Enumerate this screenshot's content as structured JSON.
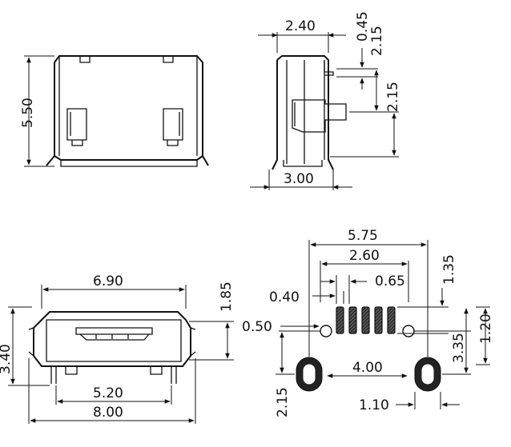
{
  "top_left_view": {
    "height_label": "5.50"
  },
  "top_right_view": {
    "width_top_label": "2.40",
    "label_045": "0.45",
    "label_215_a": "2.15",
    "label_215_b": "2.15",
    "width_bottom_label": "3.00"
  },
  "front_view": {
    "width_top_label": "6.90",
    "height_right_label": "1.85",
    "height_left_label": "3.40",
    "width_mid_label": "5.20",
    "width_bottom_label": "8.00"
  },
  "footprint_view": {
    "overall_width_label": "5.75",
    "pad_span_label": "2.60",
    "pad_pitch_label": "0.65",
    "pad_width_label": "0.40",
    "pad_length_label": "1.35",
    "hole_dia_label": "0.50",
    "hole_spacing_label": "4.00",
    "pad_to_slot_label": "3.35",
    "slot_height_label": "1.20",
    "slot_vertical_label": "2.15",
    "slot_width_label": "1.10"
  }
}
